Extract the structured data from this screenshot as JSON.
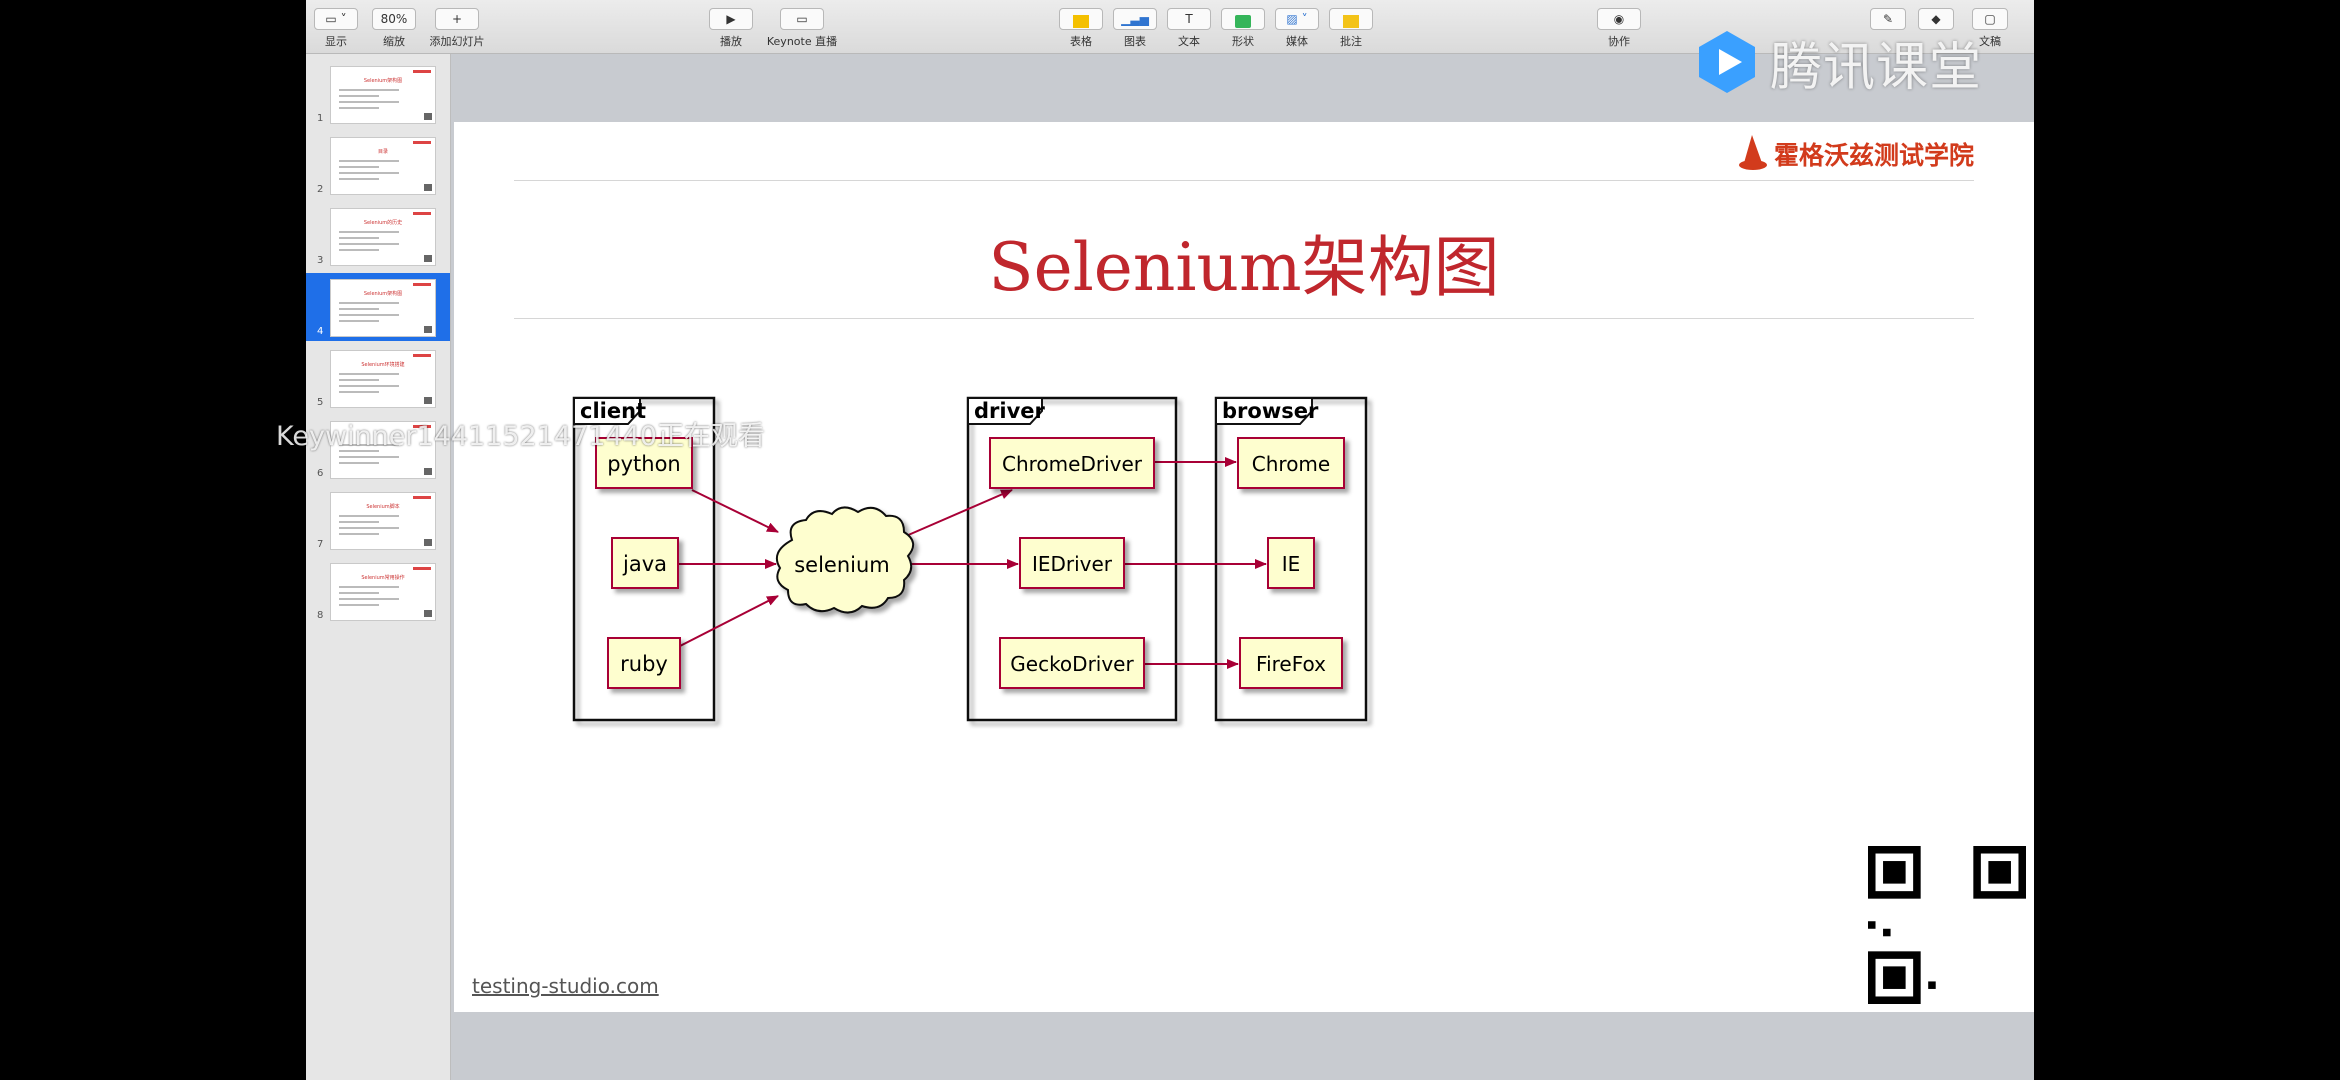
{
  "toolbar": {
    "view": "显示",
    "zoom_value": "80%",
    "zoom": "缩放",
    "add_slide": "添加幻灯片",
    "play": "播放",
    "keynote_live": "Keynote 直播",
    "table": "表格",
    "chart": "图表",
    "text": "文本",
    "shape": "形状",
    "media": "媒体",
    "comment": "批注",
    "collaborate": "协作",
    "document": "文稿"
  },
  "slides": [
    {
      "num": "1",
      "title": "Selenium架构图",
      "selected": false
    },
    {
      "num": "2",
      "title": "目录",
      "selected": false
    },
    {
      "num": "3",
      "title": "Selenium的历史",
      "selected": false
    },
    {
      "num": "4",
      "title": "Selenium架构图",
      "selected": true
    },
    {
      "num": "5",
      "title": "Selenium环境搭建",
      "selected": false
    },
    {
      "num": "6",
      "title": "",
      "selected": false
    },
    {
      "num": "7",
      "title": "Selenium脚本",
      "selected": false
    },
    {
      "num": "8",
      "title": "Selenium常用操作",
      "selected": false
    }
  ],
  "slide": {
    "title": "Selenium架构图",
    "logo_text": "霍格沃兹测试学院",
    "footer": "testing-studio.com"
  },
  "diagram": {
    "groups": {
      "client": "client",
      "driver": "driver",
      "browser": "browser"
    },
    "nodes": {
      "python": "python",
      "java": "java",
      "ruby": "ruby",
      "selenium": "selenium",
      "chromedriver": "ChromeDriver",
      "iedriver": "IEDriver",
      "geckodriver": "GeckoDriver",
      "chrome": "Chrome",
      "ie": "IE",
      "firefox": "FireFox"
    }
  },
  "overlay": {
    "platform": "腾讯课堂",
    "viewer_notice": "Keywinner14411521471440正在观看"
  },
  "colors": {
    "node_fill": "#fefecf",
    "node_border": "#a80036",
    "arrow": "#a80036",
    "title": "#c0272d",
    "selected": "#1f6fe8"
  }
}
